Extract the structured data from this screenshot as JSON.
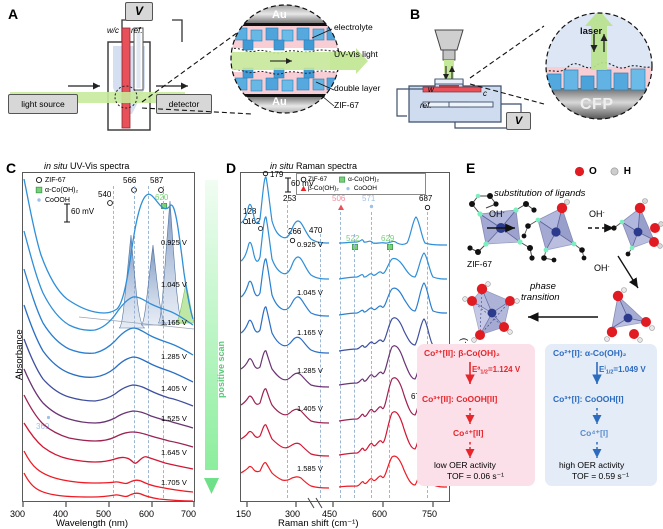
{
  "figure": {
    "panels": [
      "A",
      "B",
      "C",
      "D",
      "E"
    ]
  },
  "panelA": {
    "letter": "A",
    "voltmeter": "V",
    "we_label": "w/c",
    "ref_label": "ref.",
    "light_source": "light source",
    "detector": "detector",
    "callouts": {
      "au_top": "Au",
      "au_bottom": "Au",
      "electrolyte": "electrolyte",
      "uv_vis": "UV-Vis light",
      "double_layer": "double layer",
      "zif67": "ZIF-67"
    }
  },
  "panelB": {
    "letter": "B",
    "voltmeter": "V",
    "we_label": "w",
    "ref_label": "ref.",
    "ce_label": "c",
    "laser": "laser",
    "substrate": "CFP"
  },
  "panelC": {
    "letter": "C",
    "title_italic": "in situ",
    "title_rest": " UV-Vis spectra",
    "ylabel": "Absorbance",
    "xlabel": "Wavelength (nm)",
    "xticks": [
      "300",
      "400",
      "500",
      "600",
      "700"
    ],
    "scalebar": "60 mV",
    "legend": [
      {
        "marker": "open-circle",
        "label": "ZIF-67",
        "color": "#000000"
      },
      {
        "marker": "green-square",
        "label": "α-Co(OH)₂",
        "color": "#7ad17a"
      },
      {
        "marker": "blue-dot",
        "label": "CoOOH",
        "color": "#9fc0e8"
      }
    ],
    "peaks": [
      {
        "value": "540",
        "marker": "open-circle",
        "color": "#000000"
      },
      {
        "value": "566",
        "marker": "open-circle",
        "color": "#000000"
      },
      {
        "value": "587",
        "marker": "open-circle",
        "color": "#000000"
      },
      {
        "value": "620",
        "marker": "green-square",
        "color": "#7ad17a"
      },
      {
        "value": "369",
        "marker": "blue-dot",
        "color": "#9fc0e8"
      }
    ],
    "potentials": [
      "0.925 V",
      "1.045 V",
      "1.165 V",
      "1.285 V",
      "1.405 V",
      "1.525 V",
      "1.645 V",
      "1.705 V"
    ],
    "scan_direction": "positive scan"
  },
  "panelD": {
    "letter": "D",
    "title_italic": "in situ",
    "title_rest": " Raman spectra",
    "ylabel": "Intensity (a.u.)",
    "xlabel": "Raman shift (cm⁻¹)",
    "xticks": [
      "150",
      "300",
      "450",
      "600",
      "750"
    ],
    "scalebar": "60 mV",
    "legend": [
      {
        "marker": "open-circle",
        "label": "ZIF-67",
        "color": "#000000"
      },
      {
        "marker": "green-square",
        "label": "α-Co(OH)₂",
        "color": "#7ad17a"
      },
      {
        "marker": "red-triangle",
        "label": "β-Co(OH)₂",
        "color": "#e8252b"
      },
      {
        "marker": "blue-dot",
        "label": "CoOOH",
        "color": "#9fc0e8"
      }
    ],
    "peaks": [
      {
        "value": "128",
        "marker": "none",
        "color": "#000000"
      },
      {
        "value": "162",
        "marker": "open-circle",
        "color": "#000000"
      },
      {
        "value": "179",
        "marker": "open-circle",
        "color": "#000000"
      },
      {
        "value": "253",
        "marker": "none",
        "color": "#000000"
      },
      {
        "value": "266",
        "marker": "open-circle",
        "color": "#000000"
      },
      {
        "value": "470",
        "marker": "none",
        "color": "#000000"
      },
      {
        "value": "506",
        "marker": "red-triangle",
        "color": "#f58ca0"
      },
      {
        "value": "522",
        "marker": "green-square",
        "color": "#7ad17a"
      },
      {
        "value": "571",
        "marker": "blue-dot",
        "color": "#9fc0e8"
      },
      {
        "value": "629",
        "marker": "green-square",
        "color": "#7ad17a"
      },
      {
        "value": "670",
        "marker": "none",
        "color": "#000000"
      },
      {
        "value": "687",
        "marker": "open-circle",
        "color": "#000000"
      }
    ],
    "potentials": [
      "0.925 V",
      "1.045 V",
      "1.165 V",
      "1.285 V",
      "1.405 V",
      "1.585 V"
    ]
  },
  "panelE": {
    "letter": "E",
    "legend": [
      {
        "label": "O",
        "color": "#e11b22"
      },
      {
        "label": "H",
        "color": "#c9c9c9"
      }
    ],
    "step_labels": {
      "substitution": "substitution of ligands",
      "phase_transition_line1": "phase",
      "phase_transition_line2": "transition",
      "oh1": "OH",
      "oh2": "OH",
      "oh3": "OH",
      "zif67": "ZIF-67"
    },
    "pathway_beta": {
      "step1": "Co²⁺[II]: β-Co(OH)₂",
      "potential": "Eᵃ₁ᐟ₂=1.124 V",
      "potential_plain": "E",
      "potential_sub": "1/2",
      "potential_sup": "a",
      "potential_val": "=1.124 V",
      "step2": "Co³⁺[II]: CoOOH[II]",
      "step3": "Co⁴⁺[II]",
      "activity": "low OER activity",
      "tof": "TOF = 0.06 s⁻¹"
    },
    "pathway_alpha": {
      "step1": "Co²⁺[I]: α-Co(OH)₂",
      "potential_plain": "E",
      "potential_sub": "1/2",
      "potential_sup": "i",
      "potential_val": "=1.049 V",
      "step2": "Co³⁺[I]: CoOOH[I]",
      "step3": "Co⁴⁺[I]",
      "activity": "high OER activity",
      "tof": "TOF = 0.59 s⁻¹"
    }
  },
  "chart_data": [
    {
      "type": "line",
      "panel": "C",
      "title": "in situ UV-Vis spectra",
      "xlabel": "Wavelength (nm)",
      "ylabel": "Absorbance",
      "xlim": [
        300,
        700
      ],
      "xticks": [
        300,
        400,
        500,
        600,
        700
      ],
      "grid": false,
      "vertical_markers": [
        540,
        566,
        587,
        620
      ],
      "annotations": [
        "540",
        "566",
        "587",
        "620",
        "369",
        "60 mV"
      ],
      "legend": [
        "ZIF-67",
        "α-Co(OH)₂",
        "CoOOH"
      ],
      "series": [
        {
          "name": "0.925 V",
          "color": "#2f8fd8",
          "offset": 9
        },
        {
          "name": "1.045 V",
          "color": "#2a7fd0",
          "offset": 8
        },
        {
          "name": "1.165 V",
          "color": "#2a6ec4",
          "offset": 7
        },
        {
          "name": "1.285 V",
          "color": "#3f4f9e",
          "offset": 6
        },
        {
          "name": "1.405 V",
          "color": "#6a3474",
          "offset": 5
        },
        {
          "name": "1.525 V",
          "color": "#9c2254",
          "offset": 4
        },
        {
          "name": "1.645 V",
          "color": "#d21634",
          "offset": 3
        },
        {
          "name": "1.705 V",
          "color": "#ee1b24",
          "offset": 2
        }
      ]
    },
    {
      "type": "line",
      "panel": "D",
      "title": "in situ Raman spectra",
      "xlabel": "Raman shift (cm⁻¹)",
      "ylabel": "Intensity (a.u.)",
      "xticks": [
        150,
        300,
        450,
        600,
        750
      ],
      "axis_break_between": [
        300,
        450
      ],
      "grid": false,
      "vertical_markers": [
        253,
        470,
        506,
        522,
        571,
        629,
        687
      ],
      "annotations": [
        "128",
        "162",
        "179",
        "253",
        "266",
        "470",
        "506",
        "522",
        "571",
        "629",
        "670",
        "687",
        "60 mV"
      ],
      "legend": [
        "ZIF-67",
        "α-Co(OH)₂",
        "β-Co(OH)₂",
        "CoOOH"
      ],
      "series": [
        {
          "name": "0.925 V",
          "color": "#2f8fd8"
        },
        {
          "name": "1.045 V",
          "color": "#2a7fd0"
        },
        {
          "name": "1.165 V",
          "color": "#2a6ec4"
        },
        {
          "name": "1.285 V",
          "color": "#3f4f9e"
        },
        {
          "name": "1.405 V",
          "color": "#9c2254"
        },
        {
          "name": "1.585 V",
          "color": "#ee1b24"
        }
      ]
    }
  ]
}
